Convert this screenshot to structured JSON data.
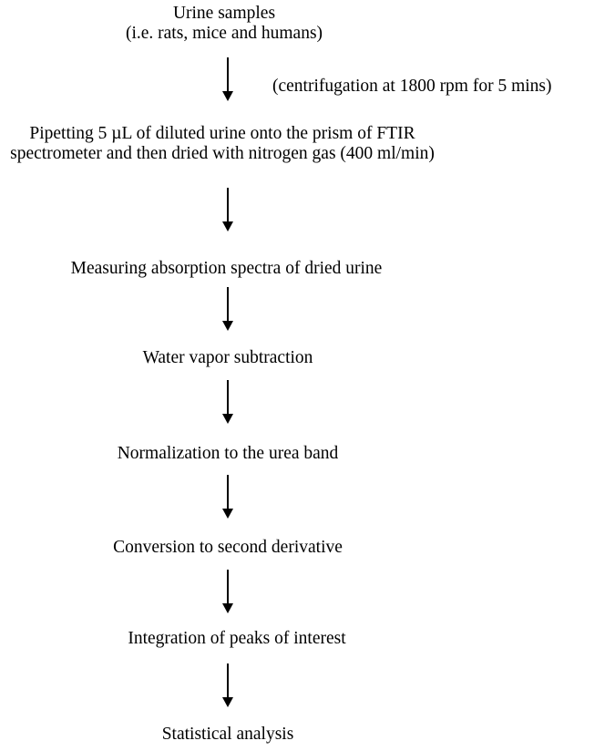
{
  "flowchart": {
    "steps": [
      {
        "lines": [
          "Urine samples",
          "(i.e. rats, mice and humans)"
        ]
      },
      {
        "lines": [
          "Pipetting 5 µL of diluted urine onto the prism of FTIR",
          "spectrometer and then dried with nitrogen gas (400 ml/min)"
        ]
      },
      {
        "lines": [
          "Measuring absorption spectra of dried urine"
        ]
      },
      {
        "lines": [
          "Water vapor subtraction"
        ]
      },
      {
        "lines": [
          "Normalization to the urea band"
        ]
      },
      {
        "lines": [
          "Conversion to second derivative"
        ]
      },
      {
        "lines": [
          "Integration of peaks of interest"
        ]
      },
      {
        "lines": [
          "Statistical analysis"
        ]
      }
    ],
    "side_note": "(centrifugation at 1800 rpm for 5 mins)"
  }
}
